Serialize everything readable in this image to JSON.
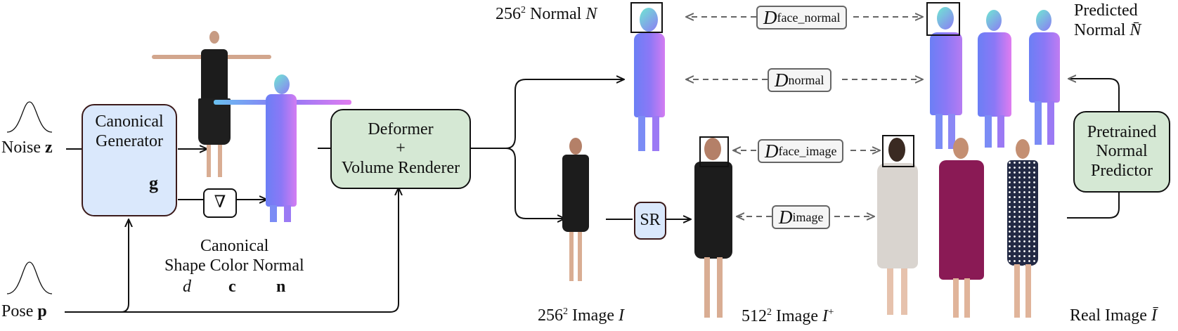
{
  "inputs": {
    "noise": {
      "label": "Noise",
      "symbol": "z"
    },
    "pose": {
      "label": "Pose",
      "symbol": "p"
    }
  },
  "canonical_generator": {
    "line1": "Canonical",
    "line2": "Generator",
    "symbol": "g"
  },
  "gradient_op": {
    "symbol": "∇"
  },
  "canonical_outputs": {
    "title": "Canonical",
    "columns": [
      "Shape",
      "Color",
      "Normal"
    ],
    "symbols": [
      "d",
      "c",
      "n"
    ]
  },
  "deformer": {
    "line1": "Deformer",
    "line2": "+",
    "line3": "Volume Renderer"
  },
  "sr_block": {
    "label": "SR"
  },
  "pretrained_predictor": {
    "line1": "Pretrained",
    "line2": "Normal",
    "line3": "Predictor"
  },
  "discriminators": [
    {
      "name": "D",
      "sub": "face_normal"
    },
    {
      "name": "D",
      "sub": "normal"
    },
    {
      "name": "D",
      "sub": "face_image"
    },
    {
      "name": "D",
      "sub": "image"
    }
  ],
  "labels": {
    "normal_N": {
      "res": "256",
      "exp": "2",
      "text": "Normal",
      "sym": "N"
    },
    "image_I": {
      "res": "256",
      "exp": "2",
      "text": "Image",
      "sym": "I"
    },
    "image_I_plus": {
      "res": "512",
      "exp": "2",
      "text": "Image",
      "sym": "I",
      "sup": "+"
    },
    "predicted_normal": {
      "line1": "Predicted",
      "line2": "Normal",
      "sym": "N̄"
    },
    "real_image": {
      "text": "Real Image",
      "sym": "Ī"
    }
  },
  "colors": {
    "generator_fill": "#dae8fc",
    "renderer_fill": "#d5e8d4",
    "disc_fill": "#f5f5f5",
    "disc_border": "#666666",
    "normal_map_a": "#7b6cf5",
    "normal_map_b": "#e07cf0",
    "dress_black": "#1c1c1c",
    "dress_silver": "#d9d4cf",
    "dress_magenta": "#8a1a55",
    "dress_navy": "#232a45"
  }
}
